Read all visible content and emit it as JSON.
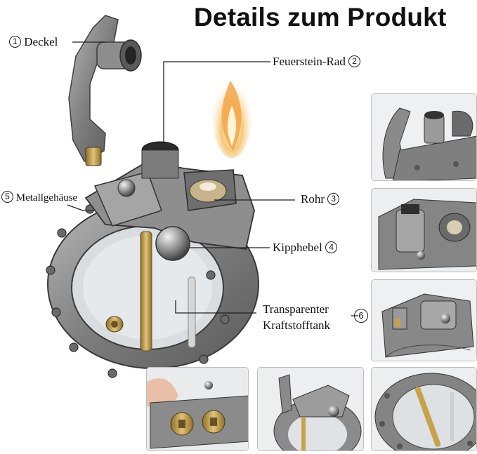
{
  "title": "Details zum Produkt",
  "callouts": [
    {
      "num": "1",
      "text": "Deckel"
    },
    {
      "num": "2",
      "text": "Feuerstein-Rad"
    },
    {
      "num": "3",
      "text": "Rohr"
    },
    {
      "num": "4",
      "text": "Kipphebel"
    },
    {
      "num": "5",
      "text": "Metallgehäuse"
    },
    {
      "num": "6",
      "text_line1": "Transparenter",
      "text_line2": "Kraftstofftank"
    }
  ],
  "colors": {
    "metal": "#8a8a8a",
    "metal_dark": "#4d4d4d",
    "metal_light": "#c4c4c4",
    "brass": "#c8a24a",
    "flame": "#f3b24a"
  }
}
